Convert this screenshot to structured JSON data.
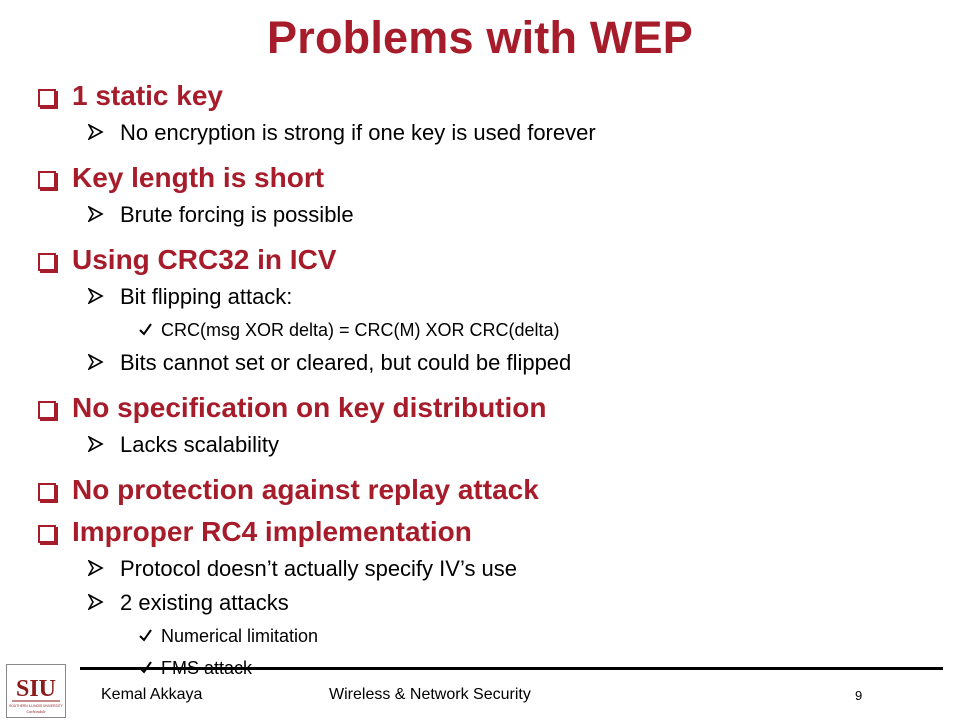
{
  "slide": {
    "title": "Problems with WEP",
    "colors": {
      "title": "#a61c2a",
      "level1_text": "#a61c2a",
      "body_text": "#000000"
    },
    "bullets": [
      {
        "text": "1 static key",
        "children": [
          {
            "text": "No encryption is strong if one key is used forever",
            "children": []
          }
        ]
      },
      {
        "text": "Key length is short",
        "children": [
          {
            "text": "Brute forcing is possible",
            "children": []
          }
        ]
      },
      {
        "text": "Using CRC32 in ICV",
        "children": [
          {
            "text": "Bit flipping attack:",
            "children": [
              {
                "text": "CRC(msg XOR delta) = CRC(M) XOR CRC(delta)"
              }
            ]
          },
          {
            "text": "Bits cannot set or cleared, but could be flipped",
            "children": []
          }
        ]
      },
      {
        "text": "No specification on key distribution",
        "children": [
          {
            "text": "Lacks scalability",
            "children": []
          }
        ]
      },
      {
        "text": "No protection against replay attack",
        "children": []
      },
      {
        "text": "Improper RC4 implementation",
        "children": [
          {
            "text": "Protocol doesn’t actually specify IV’s use",
            "children": []
          },
          {
            "text": "2 existing attacks",
            "children": [
              {
                "text": "Numerical limitation"
              },
              {
                "text": "FMS attack"
              }
            ]
          }
        ]
      }
    ]
  },
  "footer": {
    "author": "Kemal Akkaya",
    "course": "Wireless & Network Security",
    "page_number": "9",
    "logo": {
      "icon": "siu-logo",
      "letters": "SIU",
      "caption": "SOUTHERN ILLINOIS UNIVERSITY",
      "subcaption": "Carbondale",
      "color": "#8b1a1a"
    }
  }
}
